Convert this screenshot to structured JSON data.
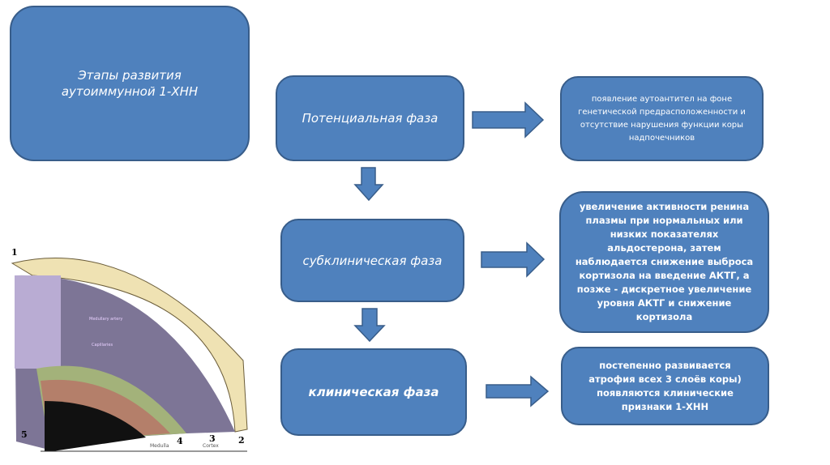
{
  "title": "Этапы развития аутоиммунной 1-ХНН",
  "phases": [
    {
      "label": "Потенциальная фаза",
      "description": "появление аутоантител на фоне генетической предрасположенности и отсутствие нарушения функции коры надпочечников"
    },
    {
      "label": "субклиническая фаза",
      "description": "увеличение активности ренина плазмы при нормальных или низких показателях альдостерона, затем наблюдается снижение выброса кортизола на введение АКТГ, а позже - дискретное увеличение уровня АКТГ и снижение кортизола"
    },
    {
      "label": "клиническая фаза",
      "description": "постепенно развивается атрофия всех 3 слоёв коры) появляются клинические признаки 1-ХНН"
    }
  ],
  "illustration": {
    "labels": [
      "Medullary artery",
      "Capillaries",
      "Medulla",
      "Cortex",
      "1",
      "2",
      "3",
      "4",
      "5"
    ]
  },
  "colors": {
    "box": "#4f81bd",
    "border": "#385d8a"
  }
}
